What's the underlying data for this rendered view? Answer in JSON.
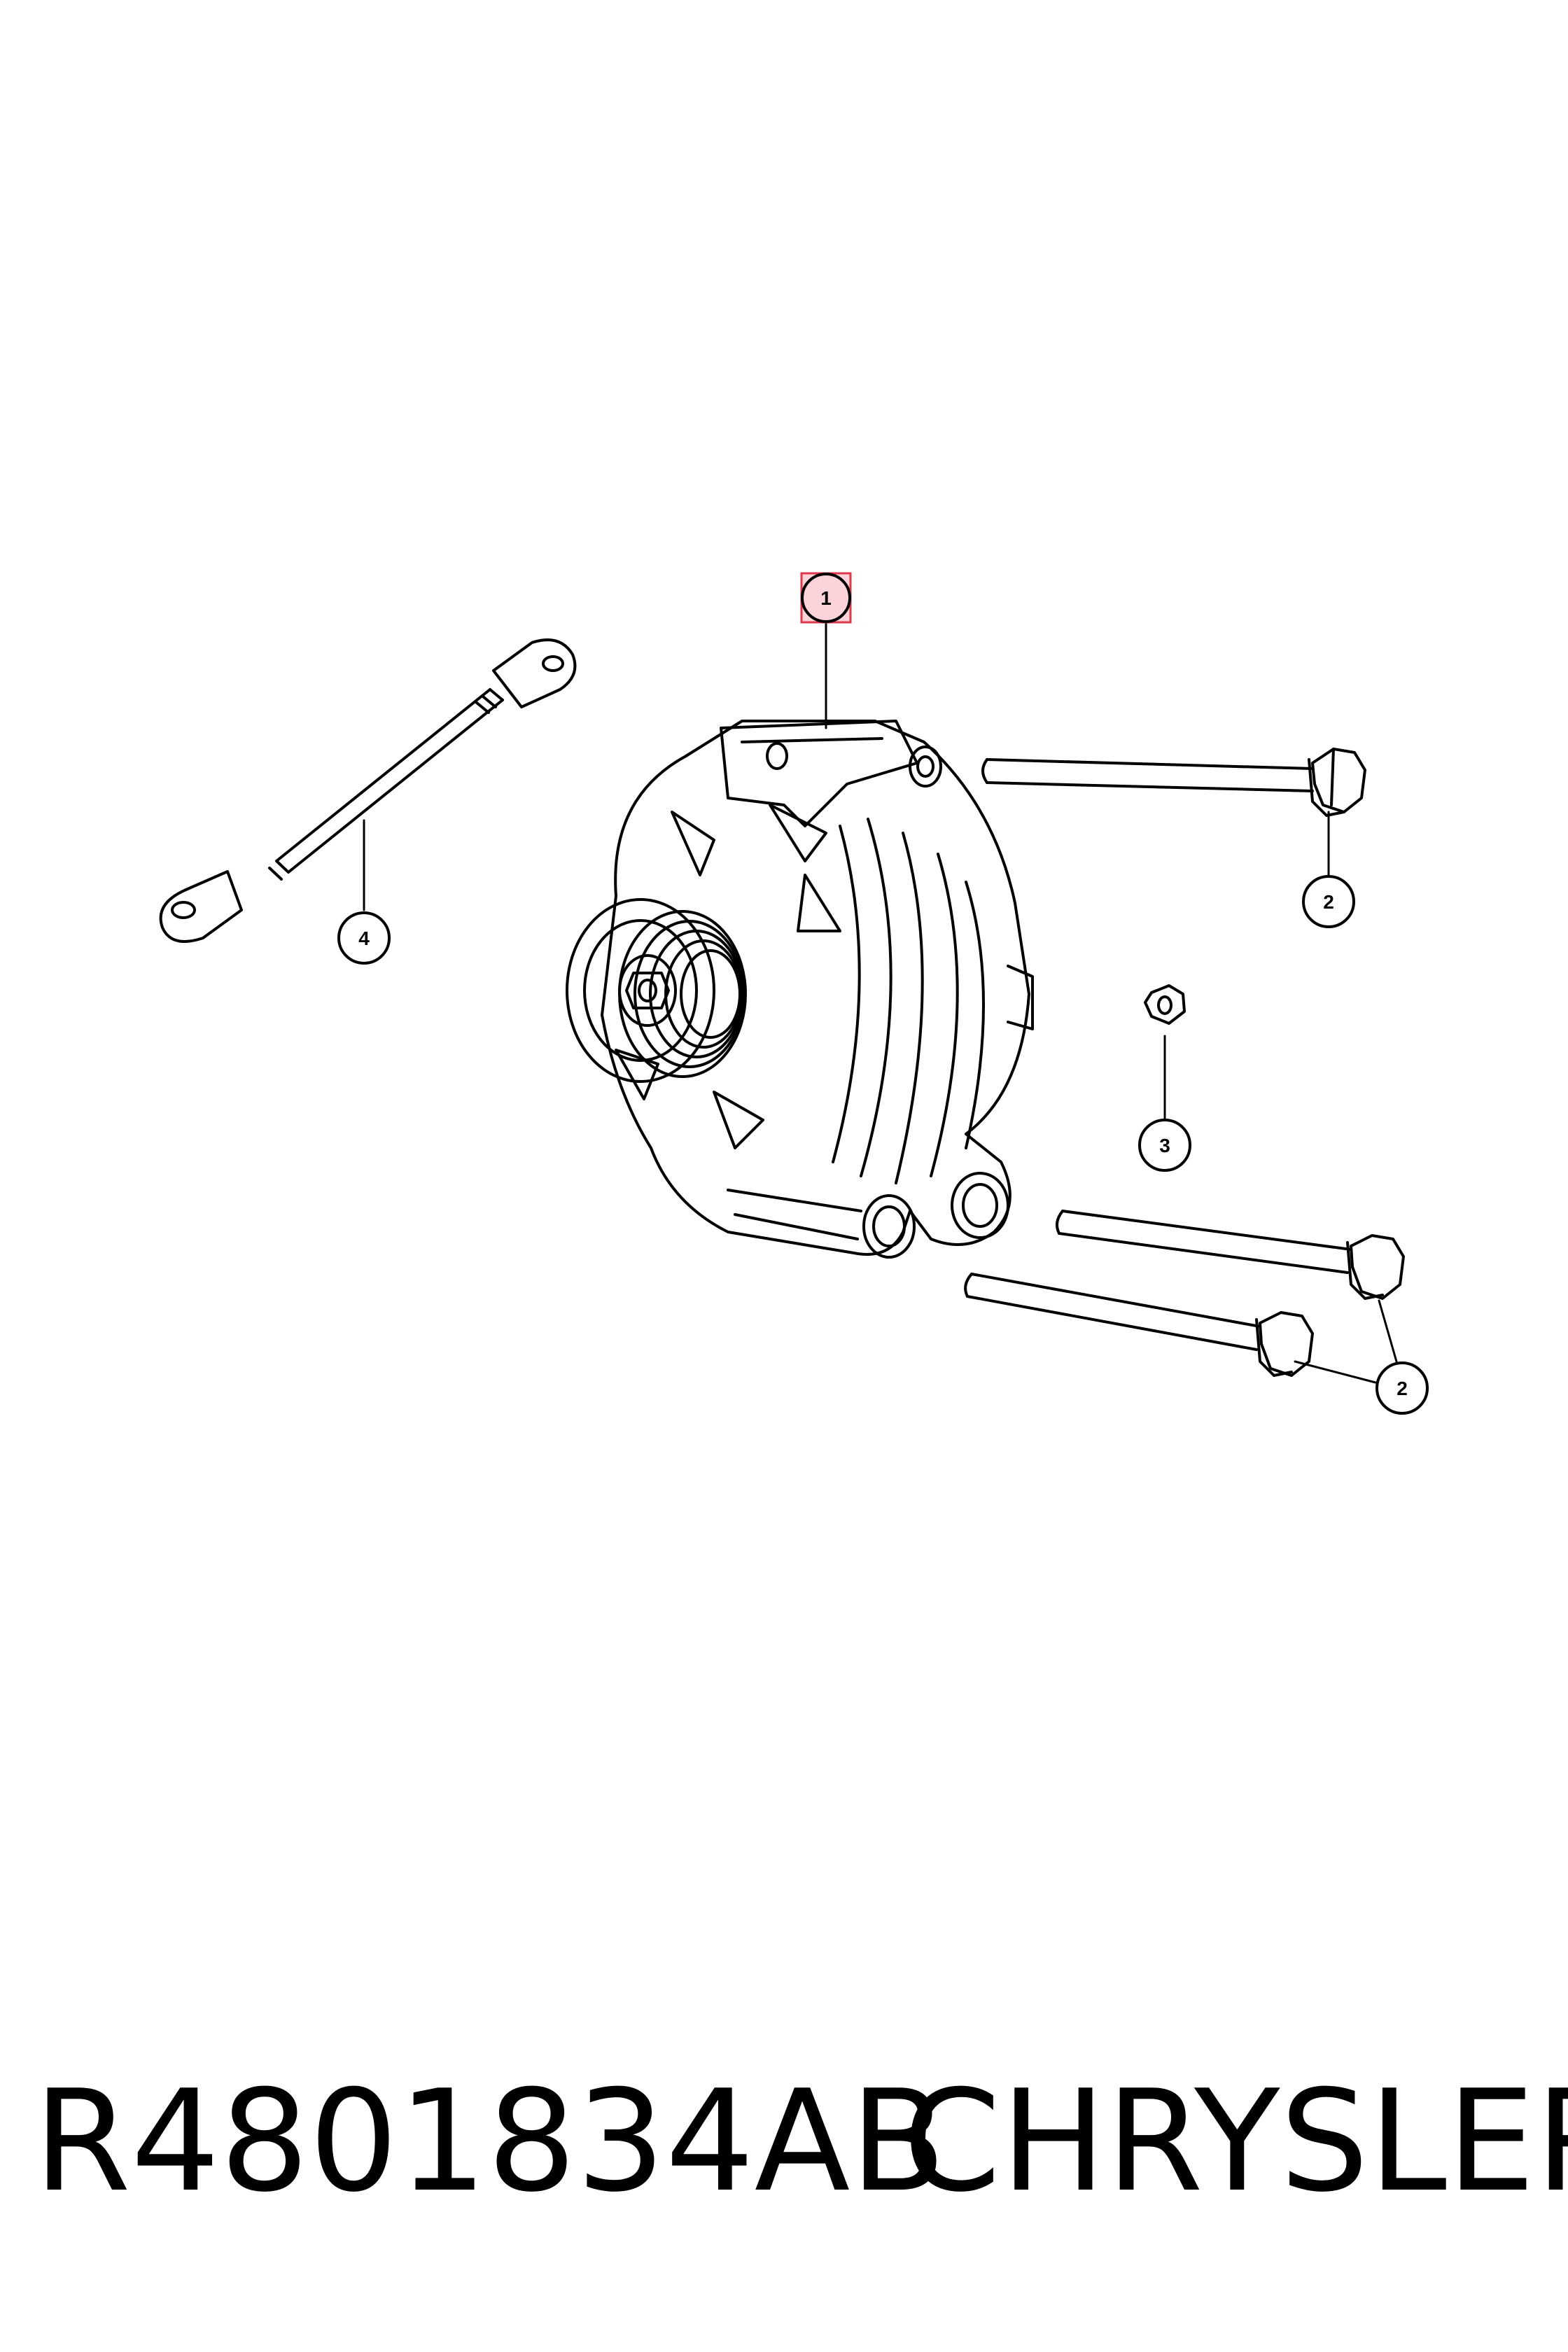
{
  "footer": {
    "part_number": "R4801834AB",
    "brand": "CHRYSLER"
  },
  "callouts": {
    "c1": "1",
    "c2a": "2",
    "c2b": "2",
    "c3": "3",
    "c4": "4"
  },
  "colors": {
    "line": "#000000",
    "highlight_fill": "#fbd3d8",
    "highlight_stroke": "#e0394d",
    "background": "#ffffff"
  }
}
